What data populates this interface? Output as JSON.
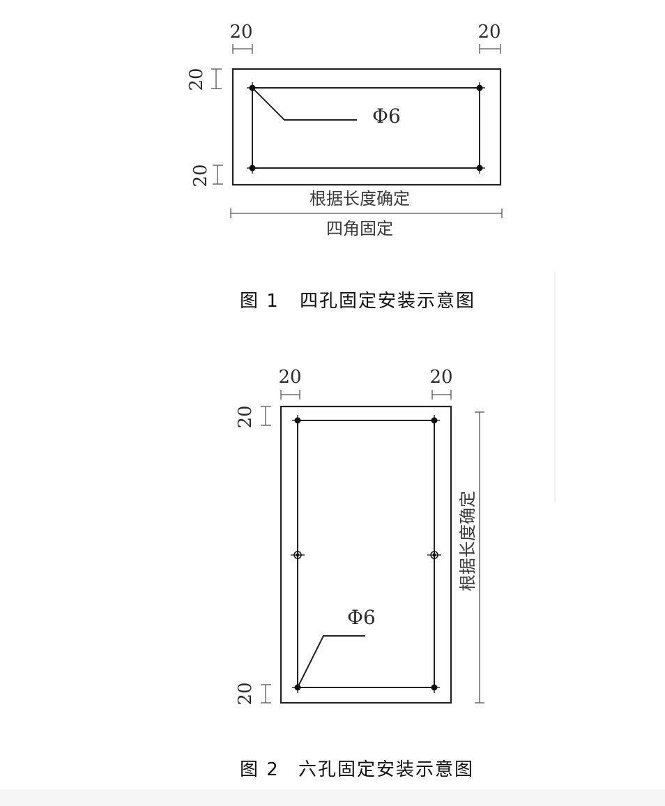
{
  "figure1": {
    "dim_top_left": "20",
    "dim_top_right": "20",
    "dim_left_top": "20",
    "dim_left_bottom": "20",
    "hole_label": "Φ6",
    "length_label": "根据长度确定",
    "corner_label": "四角固定",
    "caption_number": "图 1",
    "caption_title": "四孔固定安装示意图"
  },
  "figure2": {
    "dim_top_left": "20",
    "dim_top_right": "20",
    "dim_left_top": "20",
    "dim_left_bottom": "20",
    "hole_label": "Φ6",
    "length_label": "根据长度确定",
    "caption_number": "图 2",
    "caption_title": "六孔固定安装示意图"
  }
}
